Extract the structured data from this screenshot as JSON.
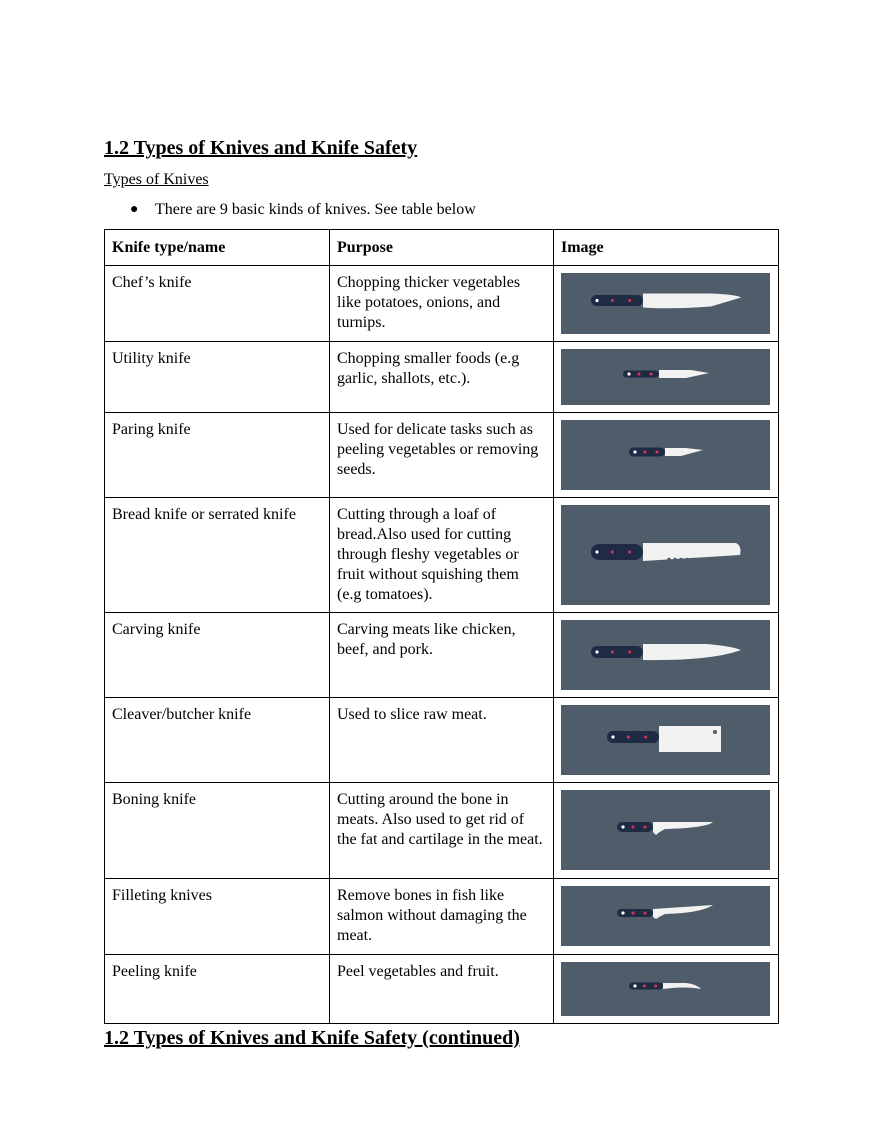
{
  "heading": "1.2 Types of Knives and Knife Safety",
  "subheading": "Types of Knives",
  "bullet_text": "There are 9 basic kinds of knives. See table below",
  "table": {
    "headers": [
      "Knife type/name",
      "Purpose",
      "Image"
    ],
    "rows": [
      {
        "name": "Chef’s knife",
        "purpose": "Chopping thicker vegetables like potatoes, onions, and turnips.",
        "icon": "chefs-knife-icon"
      },
      {
        "name": "Utility knife",
        "purpose": "Chopping smaller foods (e.g garlic, shallots, etc.).",
        "icon": "utility-knife-icon"
      },
      {
        "name": "Paring knife",
        "purpose": "Used for delicate tasks such as peeling vegetables or removing seeds.",
        "icon": "paring-knife-icon"
      },
      {
        "name": "Bread knife or serrated knife",
        "purpose": "Cutting through a loaf of bread.Also used for cutting through fleshy vegetables or fruit without squishing them (e.g tomatoes).",
        "icon": "bread-knife-icon"
      },
      {
        "name": "Carving knife",
        "purpose": "Carving meats like chicken, beef, and pork.",
        "icon": "carving-knife-icon"
      },
      {
        "name": "Cleaver/butcher knife",
        "purpose": "Used to slice raw meat.",
        "icon": "cleaver-icon"
      },
      {
        "name": "Boning knife",
        "purpose": "Cutting around the bone in meats. Also used to get rid of the fat and cartilage in the meat.",
        "icon": "boning-knife-icon"
      },
      {
        "name": "Filleting knives",
        "purpose": "Remove bones in fish like salmon without damaging the meat.",
        "icon": "filleting-knife-icon"
      },
      {
        "name": "Peeling knife",
        "purpose": "Peel vegetables and fruit.",
        "icon": "peeling-knife-icon"
      }
    ]
  },
  "footer_heading": "1.2 Types of Knives and Knife Safety (continued)",
  "colors": {
    "image_background": "#4f5d6a",
    "handle": "#1f2a44",
    "rivet": "#d9344c",
    "blade": "#f2f2f2"
  }
}
